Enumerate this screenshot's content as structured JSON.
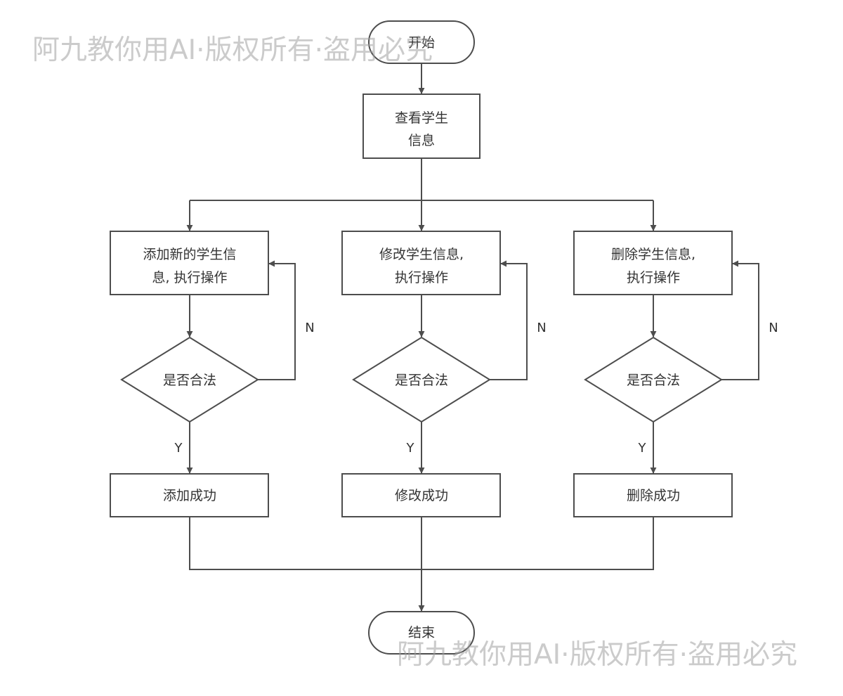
{
  "watermark": "阿九教你用AI·版权所有·盗用必究",
  "nodes": {
    "start": "开始",
    "view": [
      "查看学生",
      "信息"
    ],
    "add_op": [
      "添加新的学生信",
      "息, 执行操作"
    ],
    "edit_op": [
      "修改学生信息,",
      "执行操作"
    ],
    "delete_op": [
      "删除学生信息,",
      "执行操作"
    ],
    "check_label": "是否合法",
    "add_ok": "添加成功",
    "edit_ok": "修改成功",
    "delete_ok": "删除成功",
    "end": "结束"
  },
  "edge_labels": {
    "no": "N",
    "yes": "Y"
  },
  "colors": {
    "stroke": "#4d4d4d",
    "text": "#333333",
    "watermark": "#a0a0a0"
  }
}
